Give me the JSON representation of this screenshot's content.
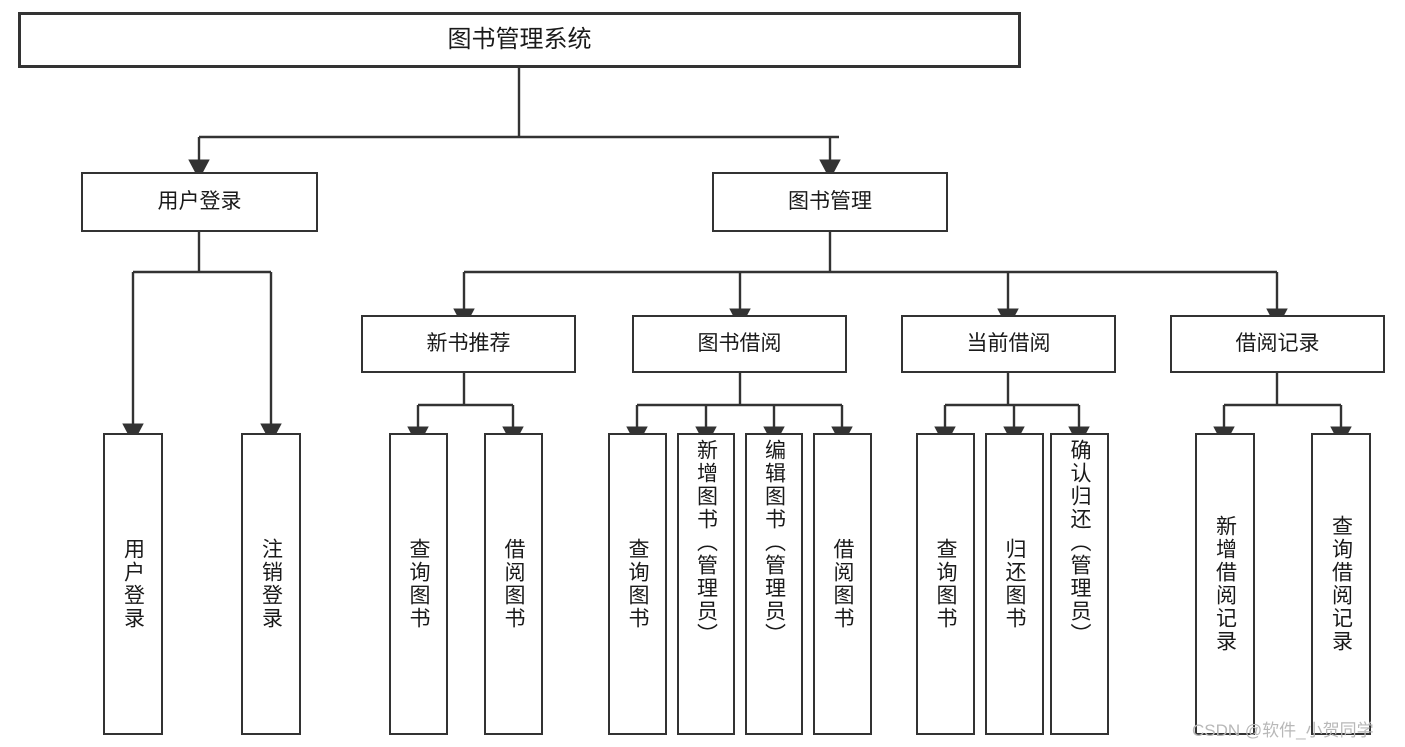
{
  "diagram": {
    "title": "图书管理系统",
    "type": "hierarchy-tree",
    "root": {
      "label": "图书管理系统"
    },
    "level1": [
      {
        "label": "用户登录"
      },
      {
        "label": "图书管理"
      }
    ],
    "level2": [
      {
        "label": "新书推荐"
      },
      {
        "label": "图书借阅"
      },
      {
        "label": "当前借阅"
      },
      {
        "label": "借阅记录"
      }
    ],
    "leaves": {
      "user_login": [
        {
          "label": "用户登录"
        },
        {
          "label": "注销登录"
        }
      ],
      "new_book_recommend": [
        {
          "label": "查询图书"
        },
        {
          "label": "借阅图书"
        }
      ],
      "book_borrow": [
        {
          "label": "查询图书"
        },
        {
          "label": "新增图书（管理员）"
        },
        {
          "label": "编辑图书（管理员）"
        },
        {
          "label": "借阅图书"
        }
      ],
      "current_borrow": [
        {
          "label": "查询图书"
        },
        {
          "label": "归还图书"
        },
        {
          "label": "确认归还（管理员）"
        }
      ],
      "borrow_record": [
        {
          "label": "新增借阅记录"
        },
        {
          "label": "查询借阅记录"
        }
      ]
    }
  },
  "watermark": {
    "text": "CSDN @软件_小贺同学"
  },
  "colors": {
    "border": "#333333",
    "background": "#ffffff",
    "text": "#1a1a1a",
    "watermark": "#b8b8b8"
  }
}
